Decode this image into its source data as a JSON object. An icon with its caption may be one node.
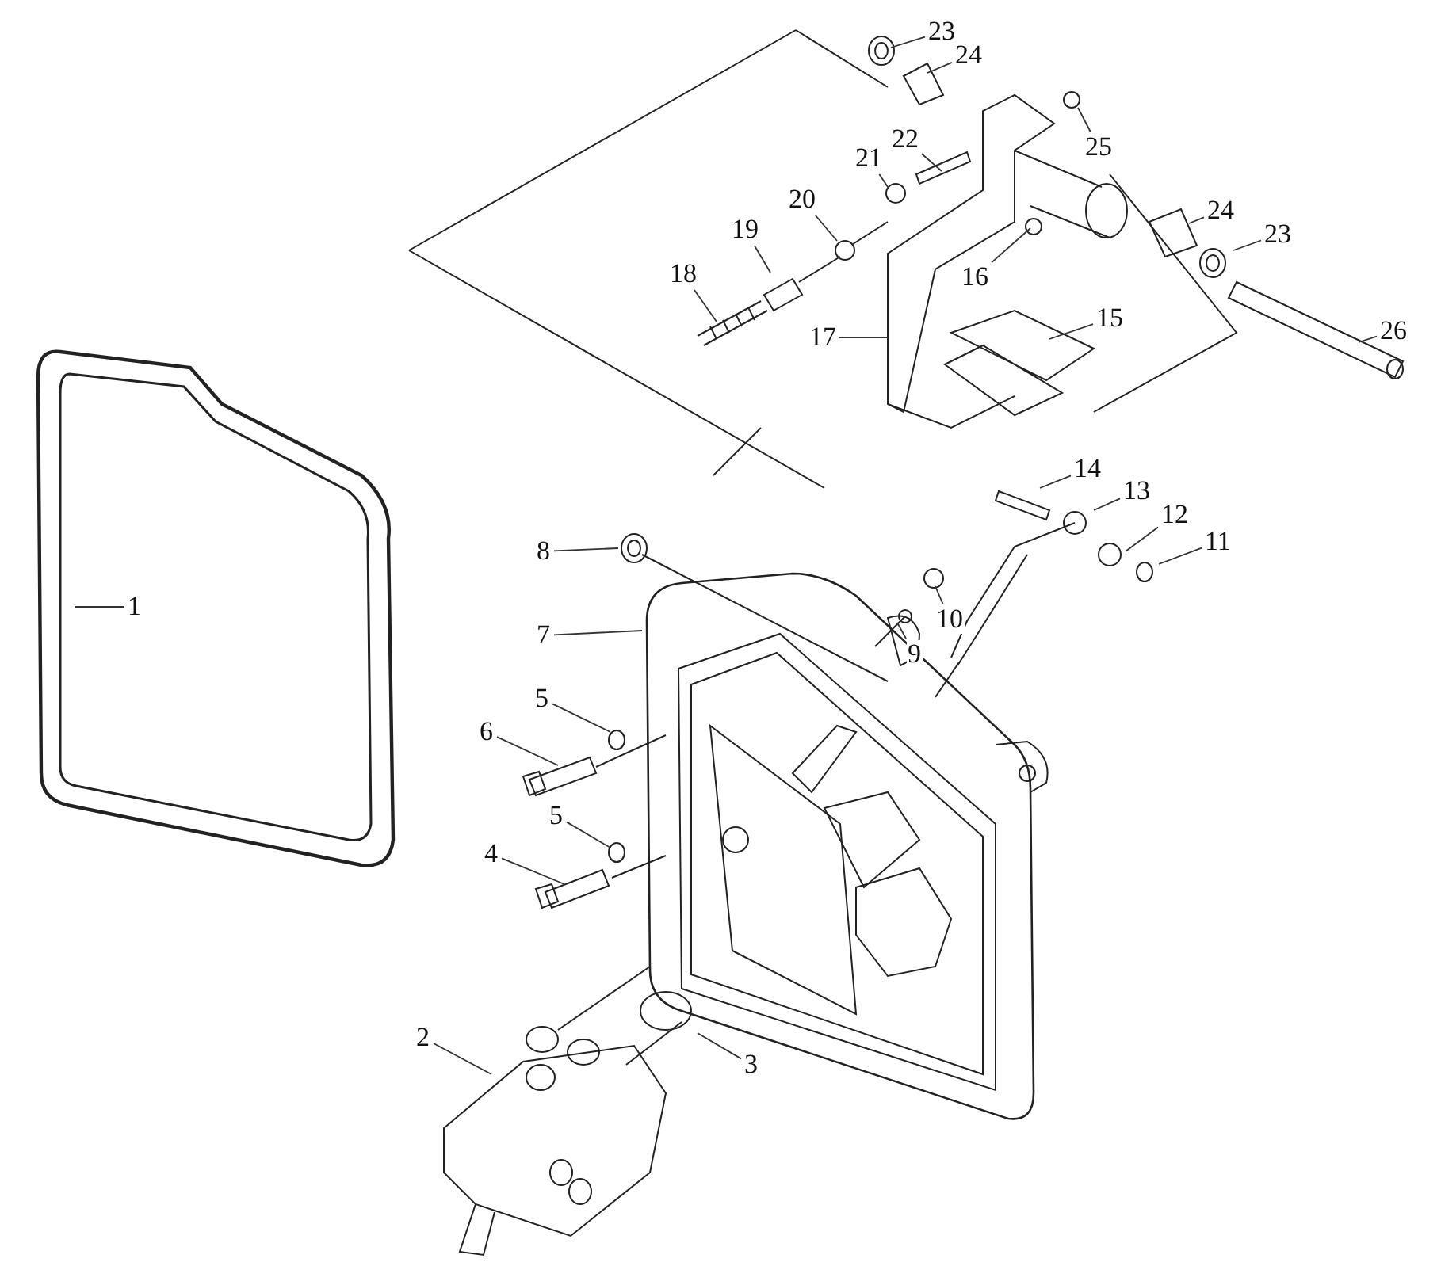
{
  "diagram": {
    "nodes": [
      {
        "text": [
          "1"
        ]
      },
      {
        "text": [
          "2"
        ]
      },
      {
        "text": [
          "3"
        ]
      },
      {
        "text": [
          "4"
        ]
      },
      {
        "text": [
          "5"
        ]
      },
      {
        "text": [
          "6"
        ]
      },
      {
        "text": [
          "5"
        ]
      },
      {
        "text": [
          "7"
        ]
      },
      {
        "text": [
          "8"
        ]
      },
      {
        "text": [
          "9"
        ]
      },
      {
        "text": [
          "10"
        ]
      },
      {
        "text": [
          "11"
        ]
      },
      {
        "text": [
          "12"
        ]
      },
      {
        "text": [
          "13"
        ]
      },
      {
        "text": [
          "14"
        ]
      },
      {
        "text": [
          "15"
        ]
      },
      {
        "text": [
          "16"
        ]
      },
      {
        "text": [
          "17"
        ]
      },
      {
        "text": [
          "18"
        ]
      },
      {
        "text": [
          "19"
        ]
      },
      {
        "text": [
          "20"
        ]
      },
      {
        "text": [
          "21"
        ]
      },
      {
        "text": [
          "22"
        ]
      },
      {
        "text": [
          "23"
        ]
      },
      {
        "text": [
          "24"
        ]
      },
      {
        "text": [
          "25"
        ]
      },
      {
        "text": [
          "24"
        ]
      },
      {
        "text": [
          "23"
        ]
      },
      {
        "text": [
          "26"
        ]
      }
    ],
    "edges": [
      {
        "from": 0,
        "to": null,
        "arrow": "none"
      },
      {
        "from": 1,
        "to": null,
        "arrow": "none"
      },
      {
        "from": 2,
        "to": null,
        "arrow": "none"
      },
      {
        "from": 3,
        "to": null,
        "arrow": "none"
      },
      {
        "from": 4,
        "to": null,
        "arrow": "none"
      },
      {
        "from": 5,
        "to": null,
        "arrow": "none"
      },
      {
        "from": 6,
        "to": null,
        "arrow": "none"
      },
      {
        "from": 7,
        "to": null,
        "arrow": "none"
      },
      {
        "from": 8,
        "to": null,
        "arrow": "none"
      },
      {
        "from": 9,
        "to": null,
        "arrow": "none"
      },
      {
        "from": 10,
        "to": null,
        "arrow": "none"
      },
      {
        "from": 11,
        "to": null,
        "arrow": "none"
      },
      {
        "from": 12,
        "to": null,
        "arrow": "none"
      },
      {
        "from": 13,
        "to": null,
        "arrow": "none"
      },
      {
        "from": 14,
        "to": null,
        "arrow": "none"
      },
      {
        "from": 15,
        "to": null,
        "arrow": "none"
      },
      {
        "from": 16,
        "to": null,
        "arrow": "none"
      },
      {
        "from": 17,
        "to": null,
        "arrow": "none"
      },
      {
        "from": 18,
        "to": null,
        "arrow": "none"
      },
      {
        "from": 19,
        "to": null,
        "arrow": "none"
      },
      {
        "from": 20,
        "to": null,
        "arrow": "none"
      },
      {
        "from": 21,
        "to": null,
        "arrow": "none"
      },
      {
        "from": 22,
        "to": null,
        "arrow": "none"
      },
      {
        "from": 23,
        "to": null,
        "arrow": "none"
      },
      {
        "from": 24,
        "to": null,
        "arrow": "none"
      },
      {
        "from": 25,
        "to": null,
        "arrow": "none"
      },
      {
        "from": 26,
        "to": null,
        "arrow": "none"
      },
      {
        "from": 27,
        "to": null,
        "arrow": "none"
      },
      {
        "from": 28,
        "to": null,
        "arrow": "none"
      }
    ]
  }
}
